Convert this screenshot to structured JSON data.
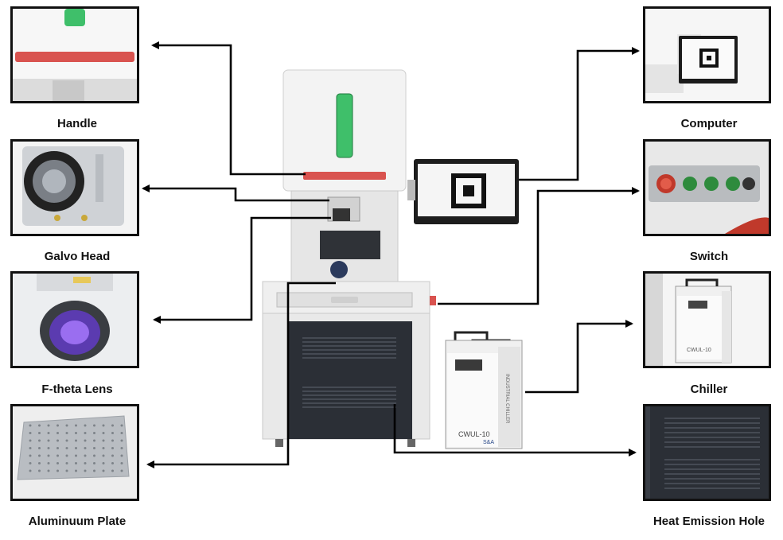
{
  "components": {
    "handle": {
      "label": "Handle"
    },
    "galvo_head": {
      "label": "Galvo Head"
    },
    "f_theta_lens": {
      "label": "F-theta Lens"
    },
    "aluminum_plate": {
      "label": "Aluminuum Plate"
    },
    "computer": {
      "label": "Computer"
    },
    "switch": {
      "label": "Switch"
    },
    "chiller": {
      "label": "Chiller"
    },
    "heat_emission_hole": {
      "label": "Heat Emission Hole"
    }
  },
  "chiller_unit": {
    "model_text": "CWUL-10",
    "brand_text": "S&A",
    "side_text": "INDUSTRIAL CHILLER"
  },
  "colors": {
    "arrow": "#000000",
    "handle_red": "#d9534f",
    "window_green": "#3fbf6a",
    "lens_purple": "#7b3fd0",
    "switch_red": "#c0392b",
    "switch_green": "#2e8b3d",
    "cabinet_dark": "#2b2f36"
  }
}
